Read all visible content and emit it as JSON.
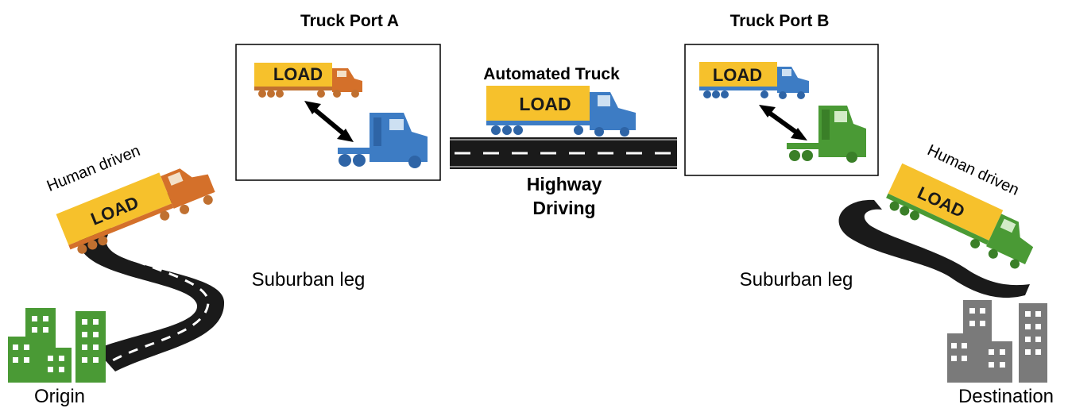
{
  "labels": {
    "port_a": "Truck Port A",
    "port_b": "Truck Port B",
    "automated_truck": "Automated Truck",
    "highway_line1": "Highway",
    "highway_line2": "Driving",
    "human_driven_left": "Human driven",
    "human_driven_right": "Human driven",
    "suburban_left": "Suburban leg",
    "suburban_right": "Suburban leg",
    "origin": "Origin",
    "destination": "Destination",
    "load": "LOAD"
  },
  "colors": {
    "trailer": "#f6c12c",
    "orange_cab": "#d4702a",
    "blue_cab": "#3d7cc4",
    "green_cab": "#4a9a35",
    "origin_buildings": "#4a9a35",
    "destination_buildings": "#7a7a7a",
    "road": "#1a1a1a"
  }
}
